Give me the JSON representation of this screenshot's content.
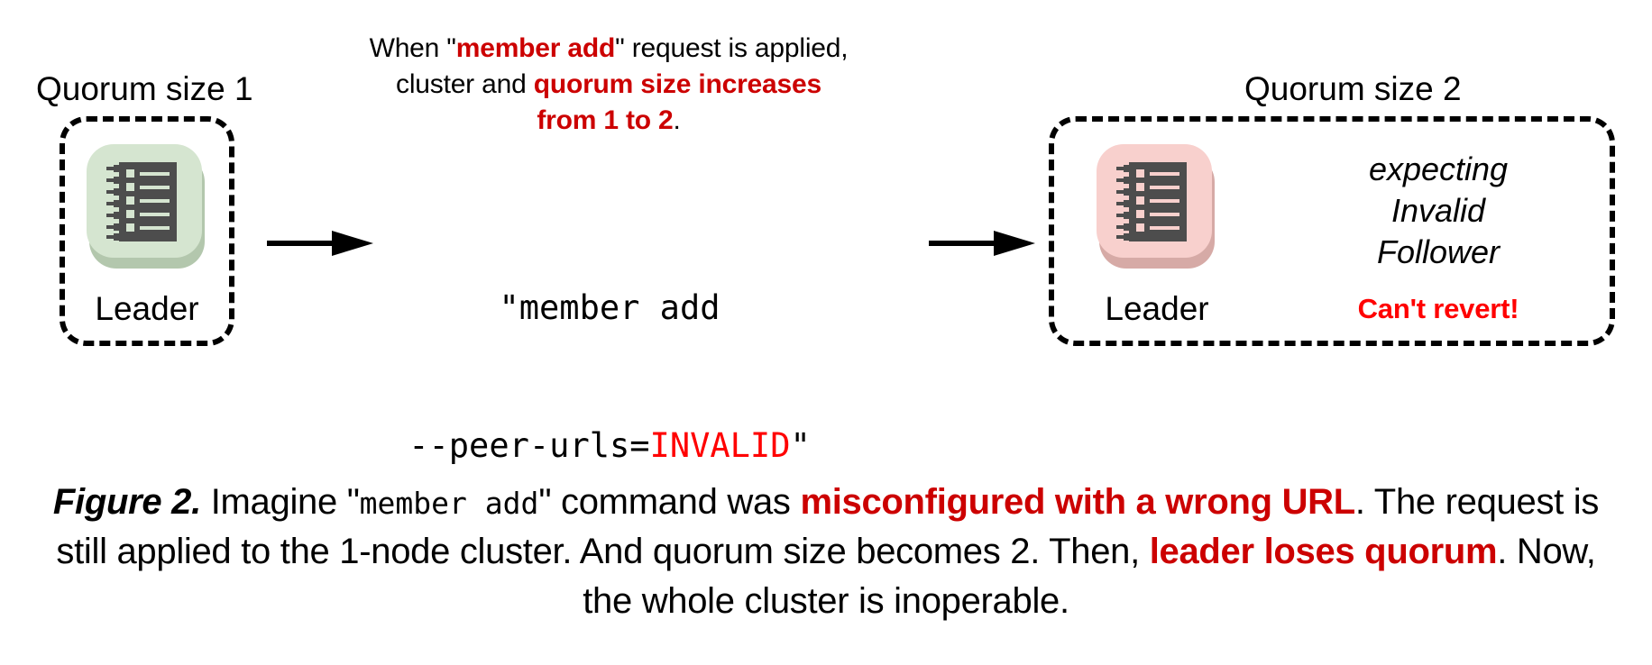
{
  "colors": {
    "accent_red": "#cc0000",
    "bright_red": "#ff0000",
    "text": "#000000",
    "background": "#ffffff",
    "leader_ok_bg": "#d5e5d0",
    "leader_ok_shadow": "#b3c7ad",
    "leader_bad_bg": "#f8d0cd",
    "leader_bad_shadow": "#d6aaa6",
    "rack_body": "#4d4d4d"
  },
  "left_cluster": {
    "heading": "Quorum size 1",
    "node_label": "Leader",
    "icon_name": "server-rack-icon"
  },
  "right_cluster": {
    "heading": "Quorum size 2",
    "node_label": "Leader",
    "icon_name": "server-rack-icon",
    "status_line_1": "expecting",
    "status_line_2": "Invalid",
    "status_line_3": "Follower",
    "warning": "Can't revert!"
  },
  "annotation": {
    "line1_pre": "When \"",
    "line1_emph": "member add",
    "line1_post": "\" request is applied,",
    "line2_pre": "cluster and ",
    "line2_emph": "quorum size increases",
    "line3_emph": "from 1 to 2",
    "line3_post": "."
  },
  "command": {
    "line1": "\"member add",
    "line2_pre": "--peer-urls=",
    "line2_invalid": "INVALID",
    "line2_post": "\""
  },
  "arrows": {
    "arrow_1_name": "arrow-right",
    "arrow_2_name": "arrow-right"
  },
  "caption": {
    "figure_label": "Figure 2.",
    "seg1": " Imagine \"",
    "seg2_mono": "member add",
    "seg3": "\" command was ",
    "seg4_emph": "misconfigured with a wrong URL",
    "seg5": ". The request is still applied to the 1-node cluster. And quorum size becomes 2. Then, ",
    "seg6_emph": "leader loses quorum",
    "seg7": ". Now, the whole cluster is inoperable."
  }
}
